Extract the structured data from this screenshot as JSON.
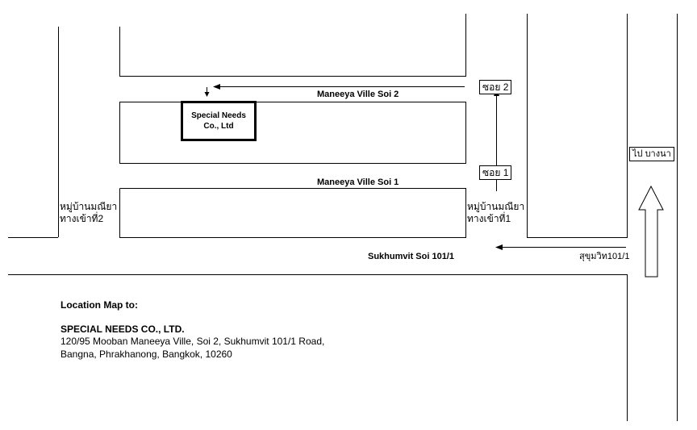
{
  "roads": {
    "soi2": "Maneeya Ville Soi 2",
    "soi1": "Maneeya Ville Soi 1",
    "sukhumvit_soi": "Sukhumvit Soi 101/1",
    "sukhumvit_thai": "สุขุมวิท101/1"
  },
  "markers": {
    "company_line1": "Special Needs",
    "company_line2": "Co., Ltd",
    "soi2_box": "ซอย 2",
    "soi1_box": "ซอย 1",
    "bangna_box": "ไป บางนา"
  },
  "entrances": {
    "left_line1": "หมู่บ้านมณียา",
    "left_line2": "ทางเข้าที่2",
    "right_line1": "หมู่บ้านมณียา",
    "right_line2": "ทางเข้าที่1"
  },
  "info": {
    "heading": "Location Map to:",
    "company": "SPECIAL NEEDS CO., LTD.",
    "address1": "120/95 Mooban Maneeya Ville, Soi 2, Sukhumvit 101/1 Road,",
    "address2": "Bangna, Phrakhanong, Bangkok, 10260"
  },
  "colors": {
    "line": "#000000",
    "background": "#ffffff"
  }
}
